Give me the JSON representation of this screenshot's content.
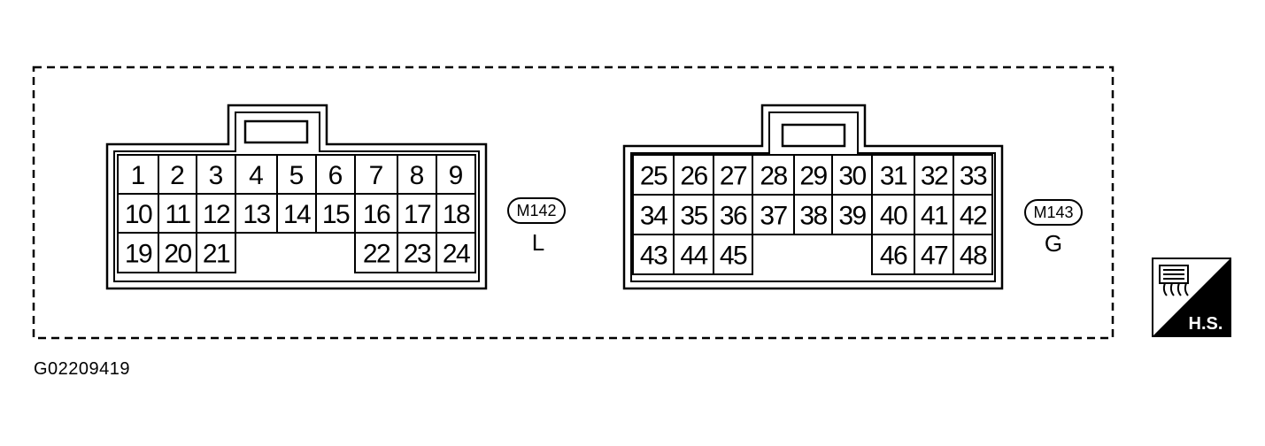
{
  "figure_code": "G02209419",
  "connectors": [
    {
      "id": "M142",
      "color_code": "L",
      "rows": [
        [
          "1",
          "2",
          "3",
          "4",
          "5",
          "6",
          "7",
          "8",
          "9"
        ],
        [
          "10",
          "11",
          "12",
          "13",
          "14",
          "15",
          "16",
          "17",
          "18"
        ],
        [
          "19",
          "20",
          "21",
          "",
          "",
          "",
          "22",
          "23",
          "24"
        ]
      ]
    },
    {
      "id": "M143",
      "color_code": "G",
      "rows": [
        [
          "25",
          "26",
          "27",
          "28",
          "29",
          "30",
          "31",
          "32",
          "33"
        ],
        [
          "34",
          "35",
          "36",
          "37",
          "38",
          "39",
          "40",
          "41",
          "42"
        ],
        [
          "43",
          "44",
          "45",
          "",
          "",
          "",
          "46",
          "47",
          "48"
        ]
      ]
    }
  ],
  "hs_badge": {
    "label": "H.S."
  }
}
